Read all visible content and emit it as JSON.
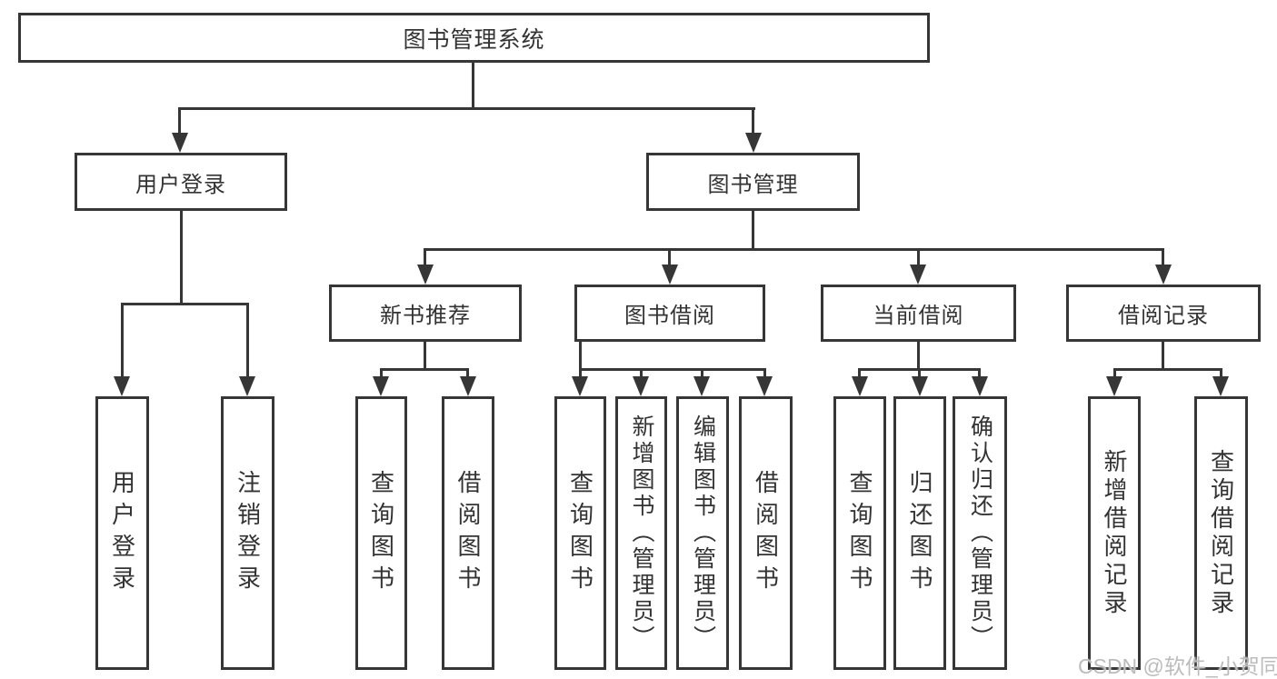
{
  "diagram": {
    "nodes": {
      "root": "图书管理系统",
      "user_login": "用户登录",
      "book_management": "图书管理",
      "new_book_recommend": "新书推荐",
      "book_borrow": "图书借阅",
      "current_borrow": "当前借阅",
      "borrow_records": "借阅记录",
      "leaf_user_login": "用户登录",
      "leaf_logout": "注销登录",
      "leaf_query_book_1": "查询图书",
      "leaf_borrow_book_1": "借阅图书",
      "leaf_query_book_2": "查询图书",
      "leaf_add_book_admin": "新增图书（管理员）",
      "leaf_edit_book_admin": "编辑图书（管理员）",
      "leaf_borrow_book_2": "借阅图书",
      "leaf_query_book_3": "查询图书",
      "leaf_return_book": "归还图书",
      "leaf_confirm_return_admin": "确认归还（管理员）",
      "leaf_add_borrow_record": "新增借阅记录",
      "leaf_query_borrow_record": "查询借阅记录"
    },
    "watermark": "CSDN @软件_小贺同学",
    "colors": {
      "line": "#363636",
      "text": "#333333",
      "watermark": "#bcbcbc",
      "background": "#ffffff"
    }
  }
}
